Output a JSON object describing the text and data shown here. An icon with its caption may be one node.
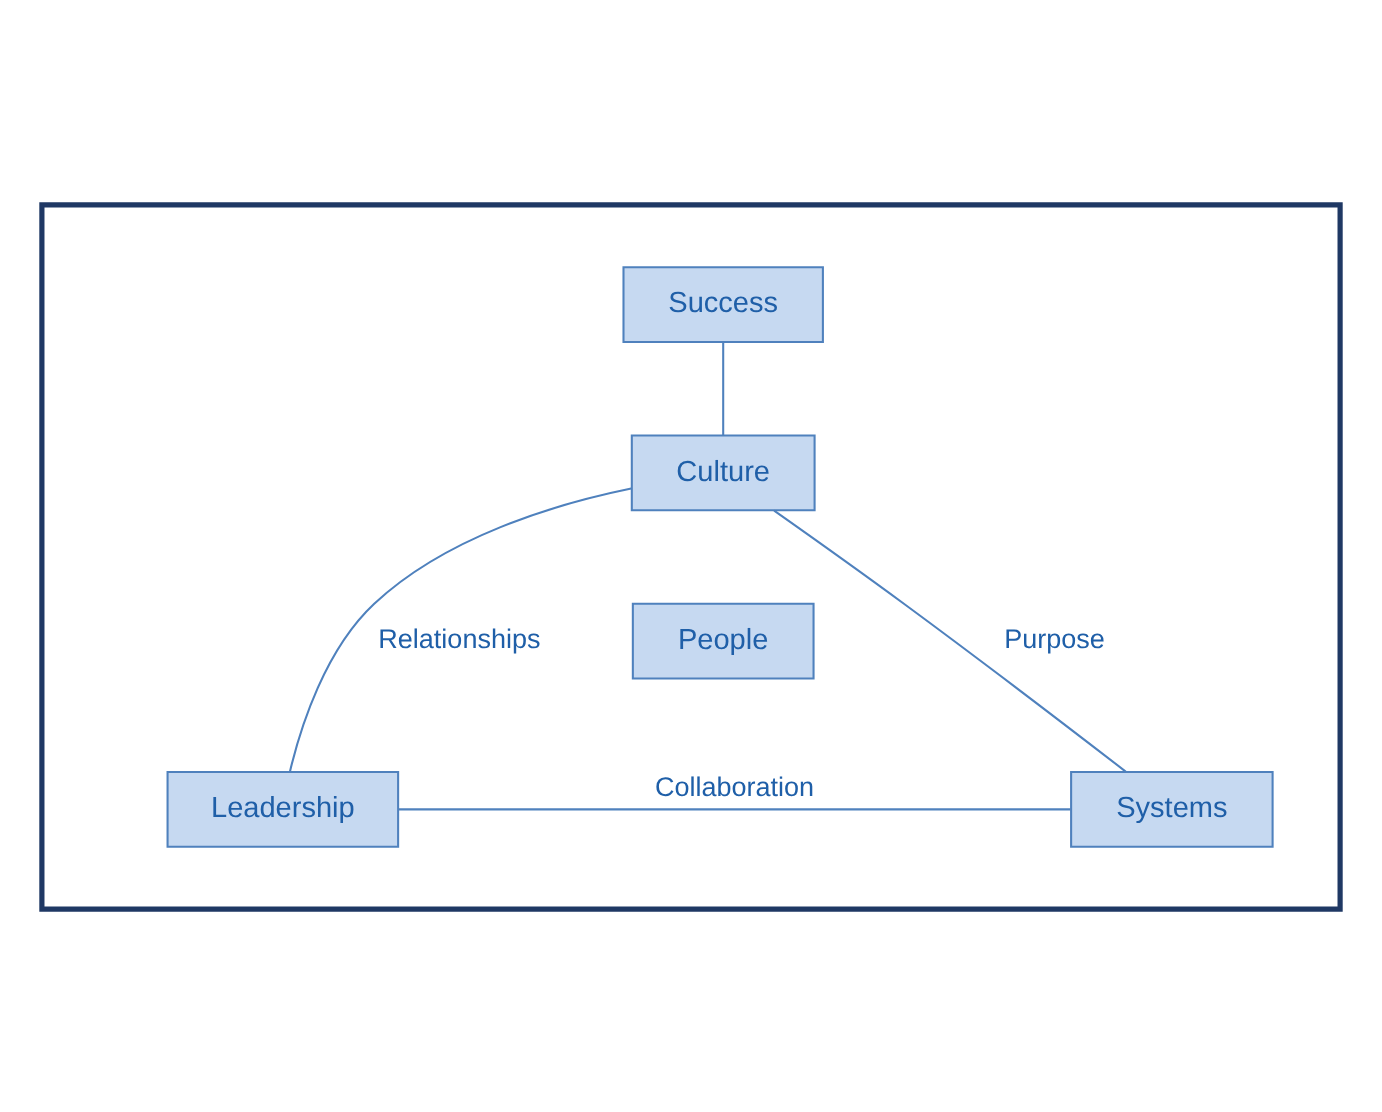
{
  "diagram": {
    "nodes": [
      {
        "text": [],
        "shape": "triangle"
      },
      {
        "text": [
          "Success"
        ],
        "in": 0
      },
      {
        "text": [
          "Culture"
        ],
        "in": 0
      },
      {
        "text": [
          "People"
        ],
        "in": 0
      },
      {
        "text": [
          "Leadership"
        ],
        "in": 0
      },
      {
        "text": [
          "Systems"
        ],
        "in": 0
      }
    ],
    "edges": [
      {
        "from": 1,
        "to": 2,
        "arrow": "none"
      },
      {
        "from": 2,
        "to": 4,
        "arrow": "none",
        "label": "Relationships"
      },
      {
        "from": 2,
        "to": 5,
        "arrow": "none",
        "label": "Purpose"
      },
      {
        "from": 4,
        "to": 5,
        "arrow": "none",
        "label": "Collaboration"
      }
    ]
  }
}
